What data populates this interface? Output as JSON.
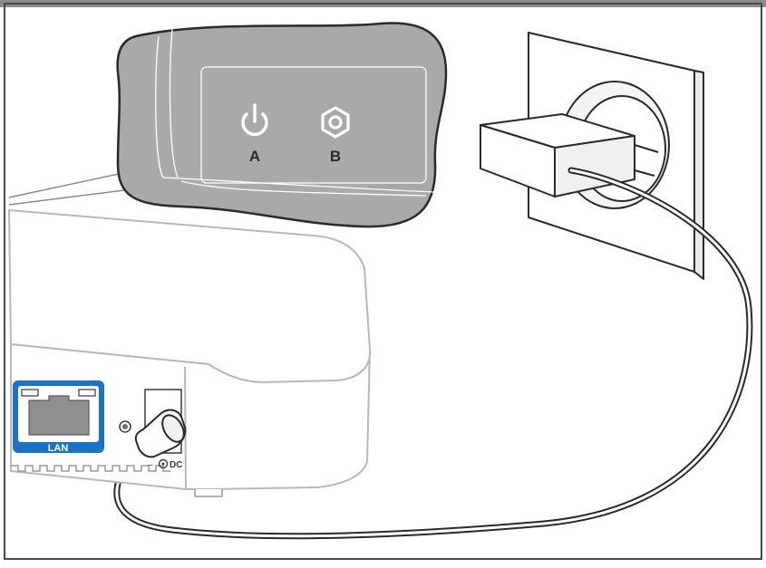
{
  "callout": {
    "power_label": "A",
    "reset_label": "B",
    "power_icon": "power-icon",
    "reset_icon": "hexagon-nut-icon"
  },
  "router": {
    "lan_label": "LAN",
    "dc_label": "DC",
    "dc_polarity_symbol": "–"
  },
  "colors": {
    "frame": "#8a8a8a",
    "callout_fill": "#a9a9a9",
    "lan_accent": "#1a72c9",
    "line": "#3a3a3a",
    "background": "#ffffff"
  }
}
